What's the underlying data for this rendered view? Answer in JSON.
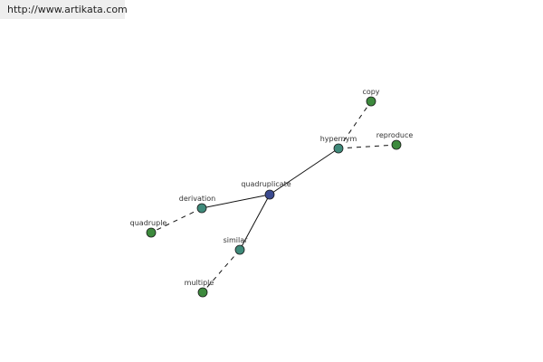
{
  "header": {
    "url": "http://www.artikata.com"
  },
  "graph": {
    "nodes": [
      {
        "id": "quadruplicate",
        "label": "quadruplicate",
        "color": "#3b4a8f",
        "center": true
      },
      {
        "id": "hypernym",
        "label": "hypernym",
        "color": "#3f8a7a"
      },
      {
        "id": "copy",
        "label": "copy",
        "color": "#3d8a3d"
      },
      {
        "id": "reproduce",
        "label": "reproduce",
        "color": "#3d8a3d"
      },
      {
        "id": "derivation",
        "label": "derivation",
        "color": "#3f8a7a"
      },
      {
        "id": "quadruple",
        "label": "quadruple",
        "color": "#3d8a3d"
      },
      {
        "id": "similar",
        "label": "similar",
        "color": "#3f8a7a"
      },
      {
        "id": "multiple",
        "label": "multiple",
        "color": "#3d8a3d"
      }
    ],
    "edges": [
      {
        "from": "quadruplicate",
        "to": "hypernym",
        "style": "solid"
      },
      {
        "from": "quadruplicate",
        "to": "derivation",
        "style": "solid"
      },
      {
        "from": "quadruplicate",
        "to": "similar",
        "style": "solid"
      },
      {
        "from": "hypernym",
        "to": "copy",
        "style": "dashed"
      },
      {
        "from": "hypernym",
        "to": "reproduce",
        "style": "dashed"
      },
      {
        "from": "derivation",
        "to": "quadruple",
        "style": "dashed"
      },
      {
        "from": "similar",
        "to": "multiple",
        "style": "dashed"
      }
    ]
  }
}
